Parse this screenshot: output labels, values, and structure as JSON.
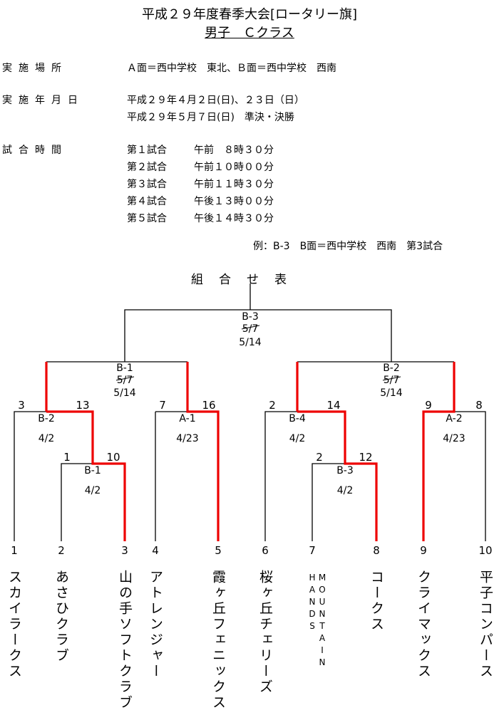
{
  "header": {
    "title": "平成２９年度春季大会[ロータリー旗]",
    "subtitle": "男子　Ｃクラス"
  },
  "info": {
    "venue_label": "実施場所",
    "venue_value": "Ａ面＝西中学校　東北、Ｂ面＝西中学校　西南",
    "date_label": "実施年月日",
    "date_line1": "平成２９年４月２日(日)、２３日（日）",
    "date_line2": "平成２９年５月７日(日)　準決・決勝",
    "time_label": "試合時間",
    "matches": [
      {
        "name": "第１試合",
        "time": "午前　８時３０分"
      },
      {
        "name": "第２試合",
        "time": "午前１０時００分"
      },
      {
        "name": "第３試合",
        "time": "午前１１時３０分"
      },
      {
        "name": "第４試合",
        "time": "午後１３時００分"
      },
      {
        "name": "第５試合",
        "time": "午後１４時３０分"
      }
    ],
    "example": "例：B-3　B面＝西中学校　西南　第3試合"
  },
  "bracket": {
    "title": "組合せ表",
    "final": {
      "code": "B-3",
      "old_date": "5/7",
      "date": "5/14"
    },
    "semi_left": {
      "code": "B-1",
      "old_date": "5/7",
      "date": "5/14"
    },
    "semi_right": {
      "code": "B-2",
      "old_date": "5/7",
      "date": "5/14"
    },
    "matches": [
      {
        "code": "B-2",
        "date": "4/2",
        "score_left": "3",
        "score_right": "13"
      },
      {
        "code": "B-1",
        "date": "4/2",
        "score_left": "1",
        "score_right": "10"
      },
      {
        "code": "A-1",
        "date": "4/23",
        "score_left": "7",
        "score_right": "16"
      },
      {
        "code": "B-4",
        "date": "4/2",
        "score_left": "2",
        "score_right": "14"
      },
      {
        "code": "B-3",
        "date": "4/2",
        "score_left": "2",
        "score_right": "12"
      },
      {
        "code": "A-2",
        "date": "4/23",
        "score_left": "9",
        "score_right": "8"
      }
    ],
    "team_numbers": [
      "1",
      "2",
      "3",
      "4",
      "5",
      "6",
      "7",
      "8",
      "9",
      "10"
    ],
    "teams": [
      "スカイラークス",
      "あさひクラブ",
      "山の手ソフトクラブ",
      "アトレンジャー",
      "霞ヶ丘フェニックス",
      "桜ヶ丘チェリーズ",
      "MOUNTAIN　HANDS",
      "コークス",
      "クライマックス",
      "平子コンパース"
    ]
  },
  "colors": {
    "winner_line": "#e00000",
    "line": "#000000"
  }
}
